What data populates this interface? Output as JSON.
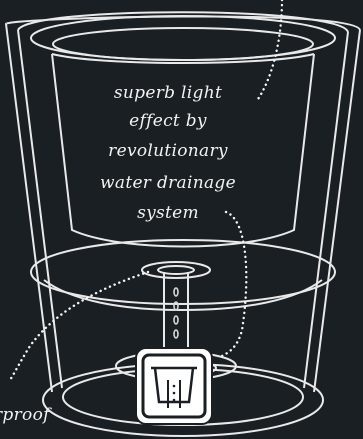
{
  "colors": {
    "background": "#1a1f24",
    "line": "#e9e9e9",
    "text": "#f2f2f2",
    "badge_fill": "#ffffff"
  },
  "annotation_main": {
    "lines": [
      "superb light",
      "effect by",
      "revolutionary",
      "water drainage",
      "system"
    ]
  },
  "annotation_side": {
    "text": "rproof"
  },
  "icons": {
    "badge": "water-drainage-icon"
  }
}
